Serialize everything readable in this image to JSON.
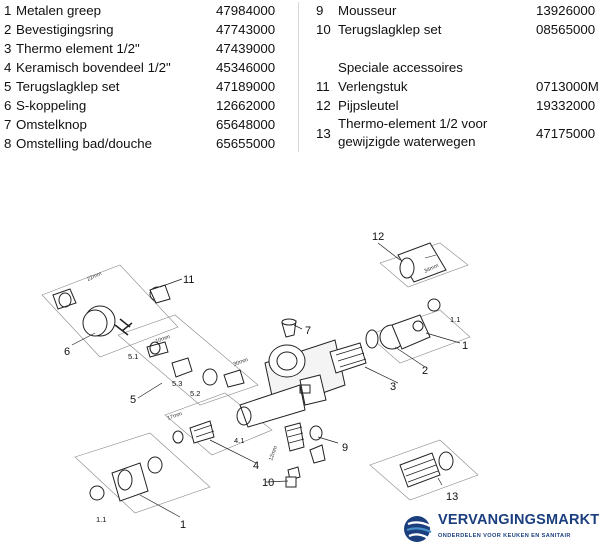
{
  "parts_left": [
    {
      "num": "1",
      "name": "Metalen greep",
      "code": "47984000"
    },
    {
      "num": "2",
      "name": "Bevestigingsring",
      "code": "47743000"
    },
    {
      "num": "3",
      "name": "Thermo element 1/2\"",
      "code": "47439000"
    },
    {
      "num": "4",
      "name": "Keramisch bovendeel 1/2\"",
      "code": "45346000"
    },
    {
      "num": "5",
      "name": "Terugslagklep set",
      "code": "47189000"
    },
    {
      "num": "6",
      "name": "S-koppeling",
      "code": "12662000"
    },
    {
      "num": "7",
      "name": "Omstelknop",
      "code": "65648000"
    },
    {
      "num": "8",
      "name": "Omstelling bad/douche",
      "code": "65655000"
    }
  ],
  "parts_right": [
    {
      "num": "9",
      "name": "Mousseur",
      "code": "13926000"
    },
    {
      "num": "10",
      "name": "Terugslagklep set",
      "code": "08565000"
    }
  ],
  "accessories": {
    "title": "Speciale accessoires",
    "items": [
      {
        "num": "11",
        "name": "Verlengstuk",
        "code": "0713000M"
      },
      {
        "num": "12",
        "name": "Pijpsleutel",
        "code": "19332000"
      },
      {
        "num": "13",
        "name_line1": "Thermo-element 1/2 voor",
        "name_line2": "gewijzigde waterwegen",
        "code": "47175000"
      }
    ]
  },
  "diagram": {
    "callouts": {
      "c1a": "1",
      "c1b": "1",
      "c2": "2",
      "c3": "3",
      "c4": "4",
      "c5": "5",
      "c6": "6",
      "c7": "7",
      "c9": "9",
      "c10": "10",
      "c11": "11",
      "c12": "12",
      "c13": "13"
    },
    "sub_labels": {
      "s51": "5.1",
      "s52": "5.2",
      "s53": "5.3",
      "s41": "4.1",
      "s11a": "1.1",
      "s11b": "1.1"
    },
    "dims": {
      "d22": "22mm",
      "d10": "10mm",
      "d30": "30mm",
      "d17": "17mm",
      "d12": "12mm",
      "d34": "34mm"
    }
  },
  "logo": {
    "brand": "VERVANGINGSMARKT",
    "tagline": "ONDERDELEN VOOR KEUKEN EN SANITAIR",
    "colors": {
      "navy": "#1b3f7e",
      "light": "#4a90c8"
    }
  }
}
